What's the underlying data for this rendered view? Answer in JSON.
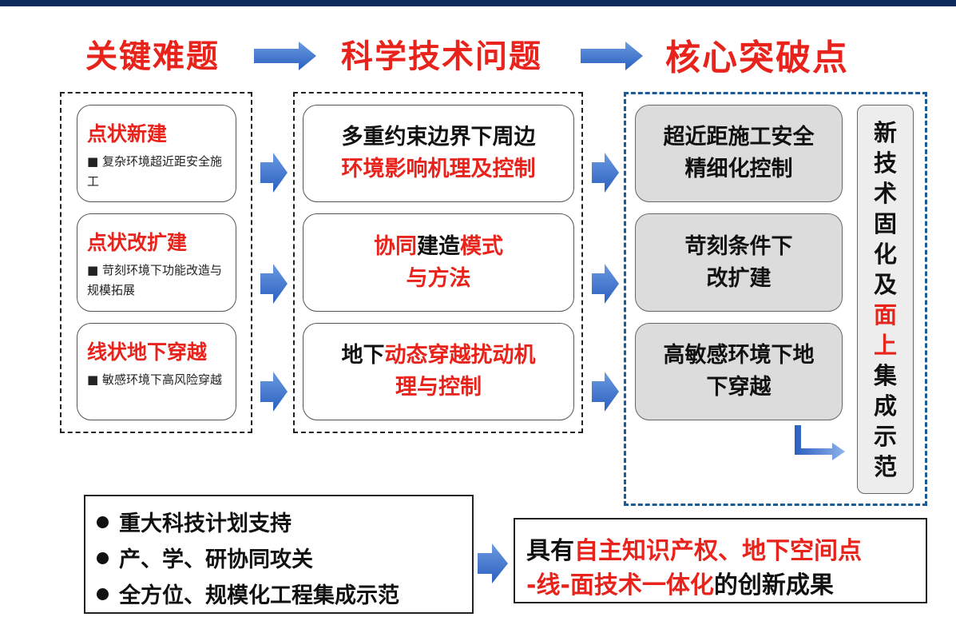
{
  "headers": {
    "col1": "关键难题",
    "col2": "科学技术问题",
    "col3": "核心突破点"
  },
  "column1": [
    {
      "title": "点状新建",
      "desc": "■ 复杂环境超近距安全施工"
    },
    {
      "title": "点状改扩建",
      "desc": "■ 苛刻环境下功能改造与规模拓展"
    },
    {
      "title": "线状地下穿越",
      "desc": "■  敏感环境下高风险穿越"
    }
  ],
  "column2": [
    {
      "line1_black": "多重约束边界下周边",
      "line2_red": "环境影响机理及控制"
    },
    {
      "line1_a_red": "协同",
      "line1_b_black": "建造",
      "line1_c_red": "模式",
      "line2_red": "与方法"
    },
    {
      "line1_black": "地下",
      "line1_red": "动态穿越扰动机",
      "line2_red": "理与控制"
    }
  ],
  "column3": [
    {
      "line1": "超近距施工安全",
      "line2": "精细化控制"
    },
    {
      "line1": "苛刻条件下",
      "line2": "改扩建"
    },
    {
      "line1": "高敏感环境下地",
      "line2": "下穿越"
    }
  ],
  "vertical": {
    "chars_black_1": [
      "新",
      "技",
      "术",
      "固",
      "化",
      "及"
    ],
    "chars_red": [
      "面",
      "上"
    ],
    "chars_black_2": [
      "集",
      "成",
      "示",
      "范"
    ]
  },
  "bullets": [
    "重大科技计划支持",
    "产、学、研协同攻关",
    "全方位、规模化工程集成示范"
  ],
  "result": {
    "l1_black": "具有",
    "l1_red": "自主知识产权、地下空间点",
    "l2_red": "-线-面技术一体化",
    "l2_black": "的创新成果"
  }
}
